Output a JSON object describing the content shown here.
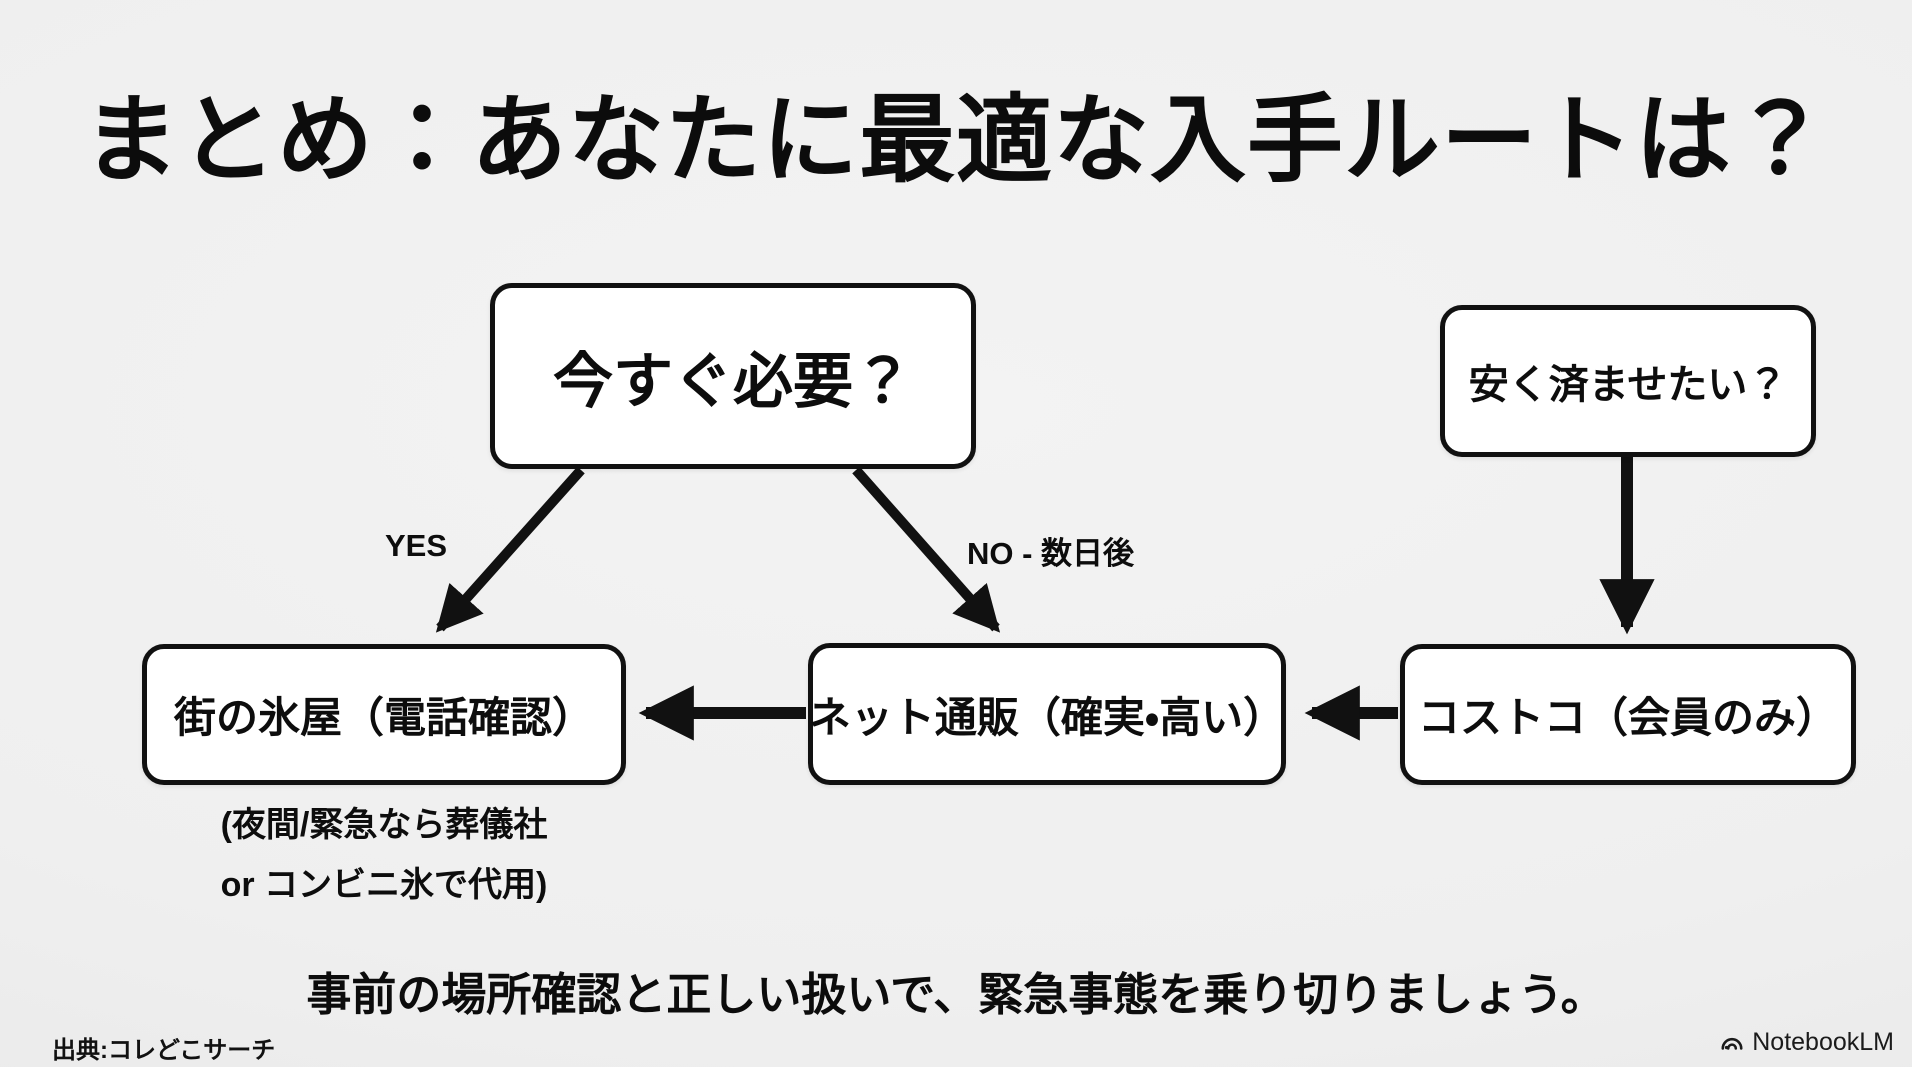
{
  "title": "まとめ：あなたに最適な入手ルートは？",
  "flowchart": {
    "nodes": {
      "need_now": {
        "label": "今すぐ必要？"
      },
      "cheap": {
        "label": "安く済ませたい？"
      },
      "ice_shop": {
        "label": "街の氷屋（電話確認）",
        "note_line1": "(夜間/緊急なら葬儀社",
        "note_line2": "or コンビニ氷で代用)"
      },
      "online": {
        "label": "ネット通販（確実・高い）"
      },
      "costco": {
        "label": "コストコ（会員のみ）"
      }
    },
    "edges": {
      "yes_label": "YES",
      "no_label": "NO - 数日後"
    }
  },
  "summary": "事前の場所確認と正しい扱いで、緊急事態を乗り切りましょう。",
  "footer": {
    "source": "出典:コレどこサーチ",
    "brand": "NotebookLM"
  },
  "colors": {
    "background": "#efefef",
    "box_background": "#ffffff",
    "ink": "#111111"
  }
}
